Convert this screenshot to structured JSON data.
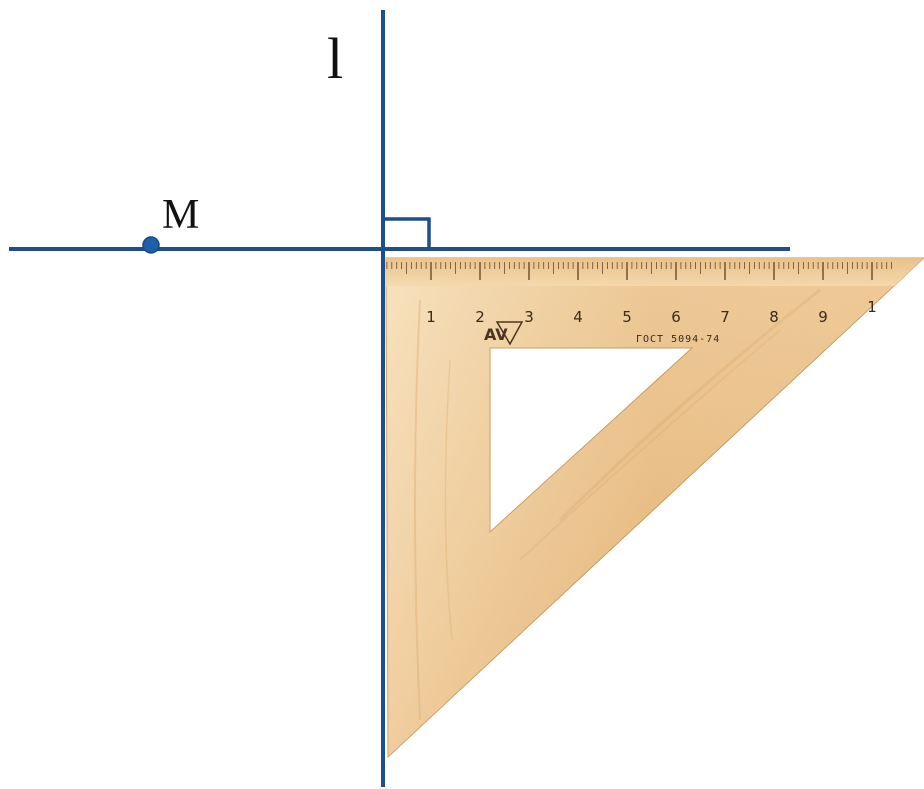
{
  "labels": {
    "line_name": "l",
    "point_name": "M"
  },
  "ruler": {
    "numbers": [
      "1",
      "2",
      "3",
      "4",
      "5",
      "6",
      "7",
      "8",
      "9",
      "1"
    ],
    "stamp": "ГОСТ 5094-74",
    "logo": "AV"
  },
  "colors": {
    "line": "#1f4e8c",
    "wood_light": "#f3d6a8",
    "wood_dark": "#d9a86a",
    "background": "#ffffff"
  }
}
